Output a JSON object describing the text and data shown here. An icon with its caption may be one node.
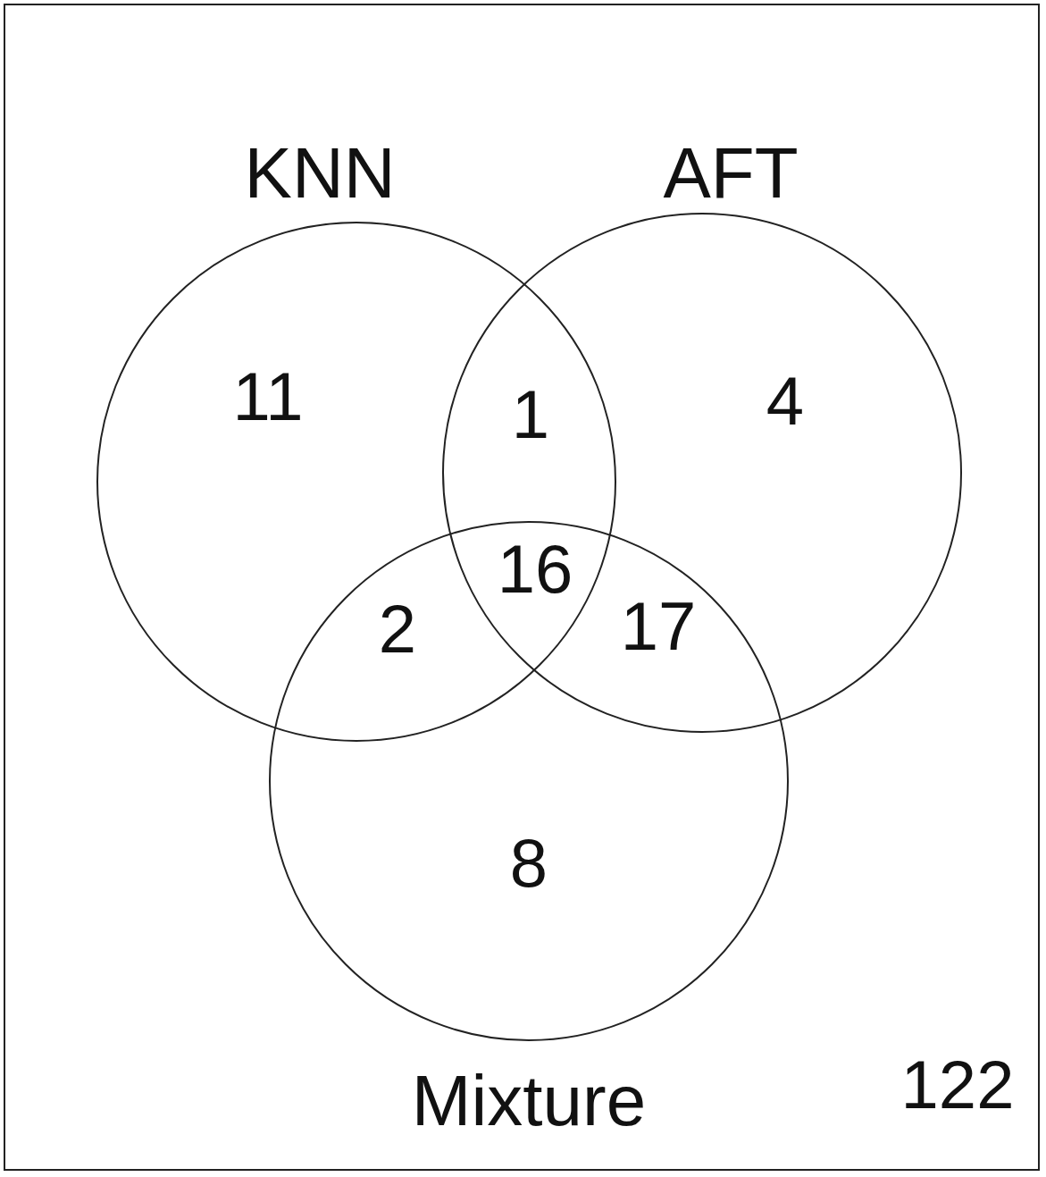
{
  "diagram": {
    "nodes": [
      {
        "text": [
          "KNN"
        ]
      },
      {
        "text": [
          "AFT"
        ]
      },
      {
        "text": [
          "Mixture"
        ]
      }
    ],
    "labels": [
      "11",
      "1",
      "4",
      "16",
      "2",
      "17",
      "8",
      "122"
    ]
  }
}
